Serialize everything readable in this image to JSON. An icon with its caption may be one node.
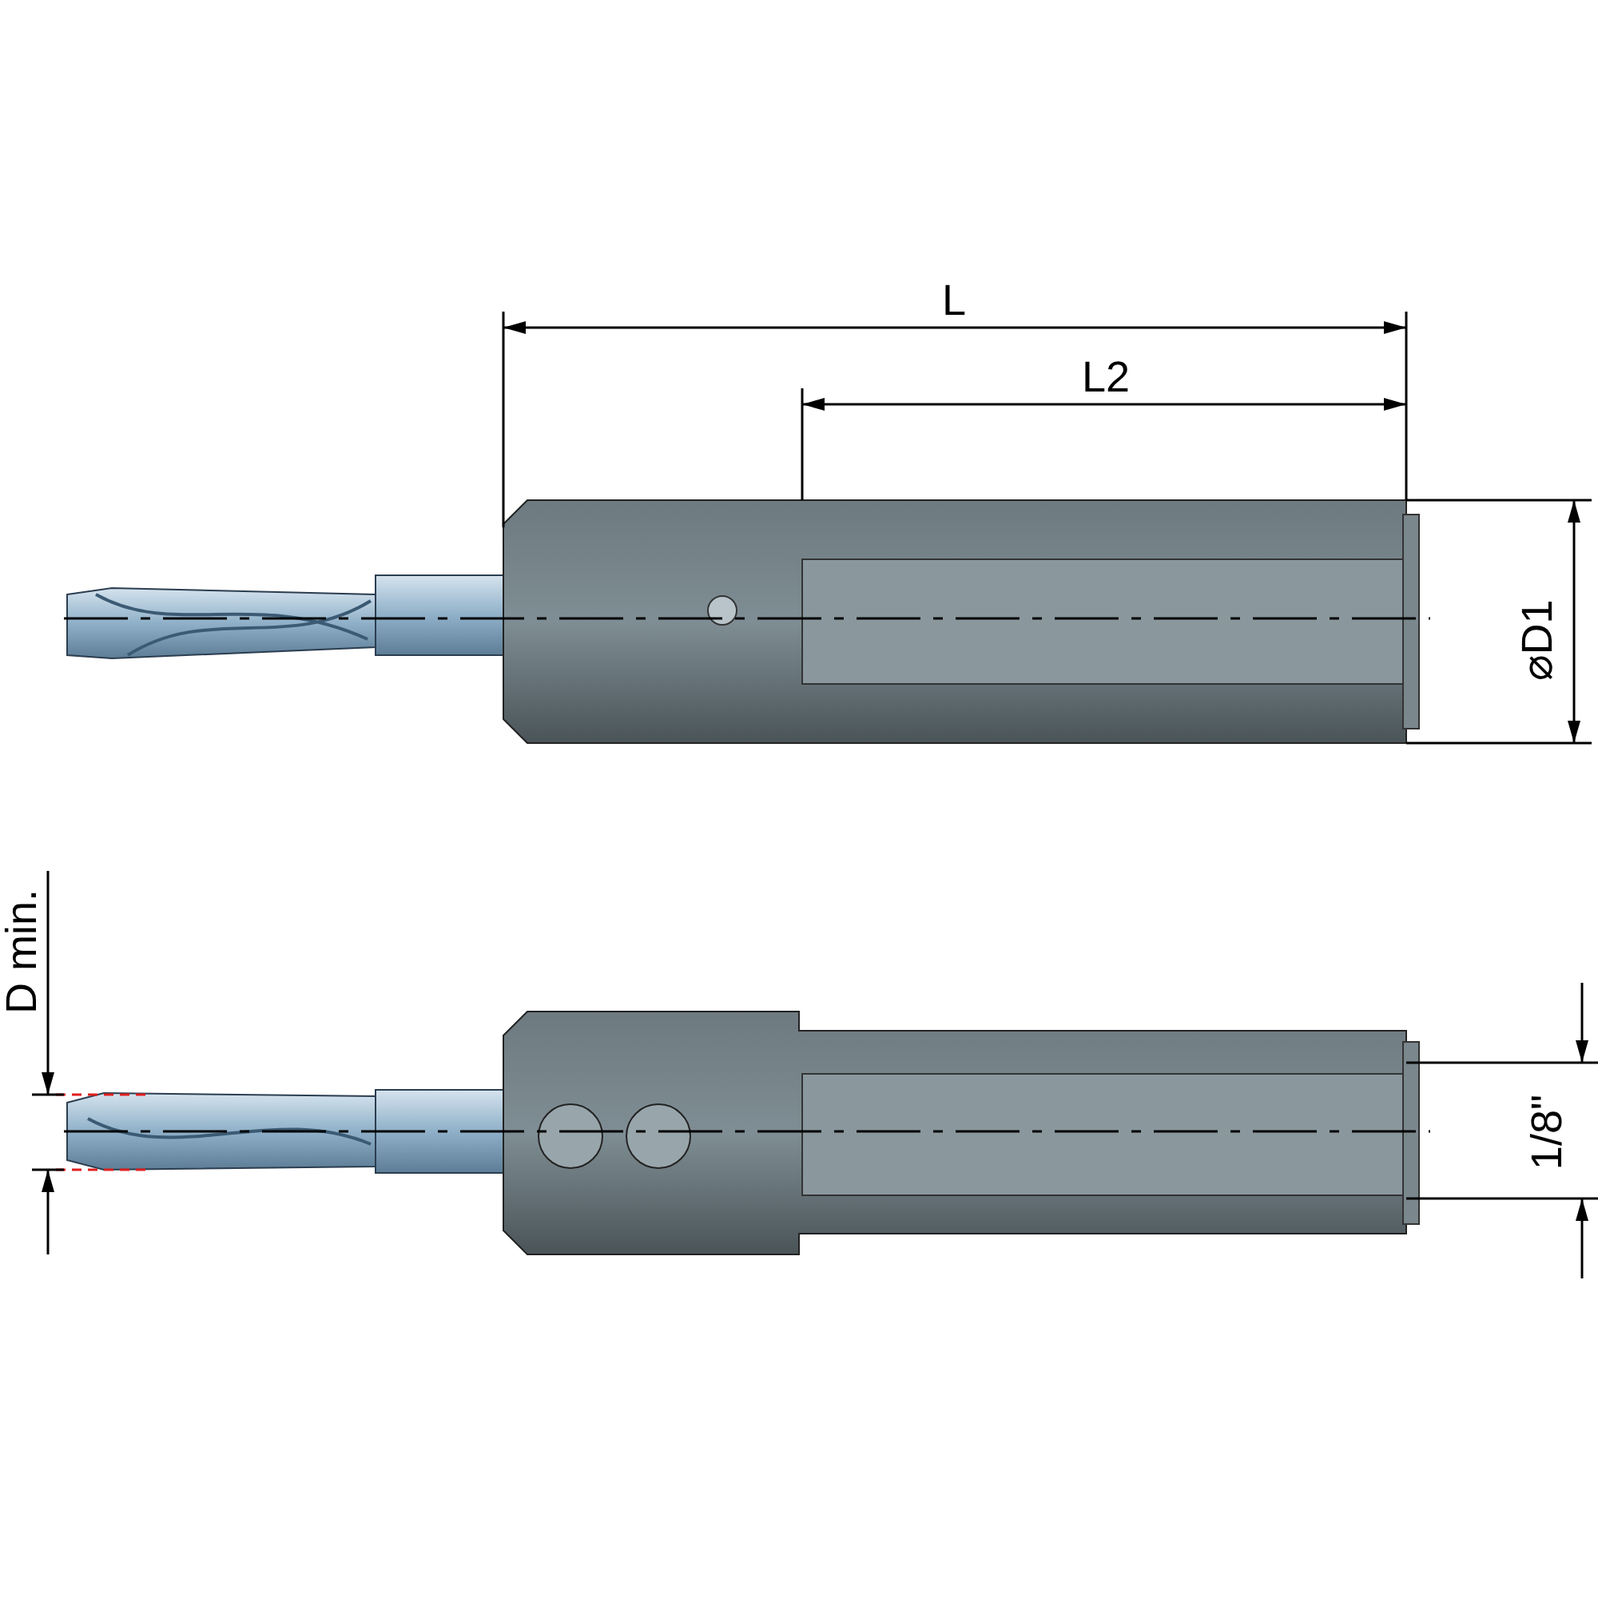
{
  "diagram": {
    "labels": [
      "L",
      "L2",
      "⌀D1",
      "D min.",
      "1/8\""
    ]
  }
}
